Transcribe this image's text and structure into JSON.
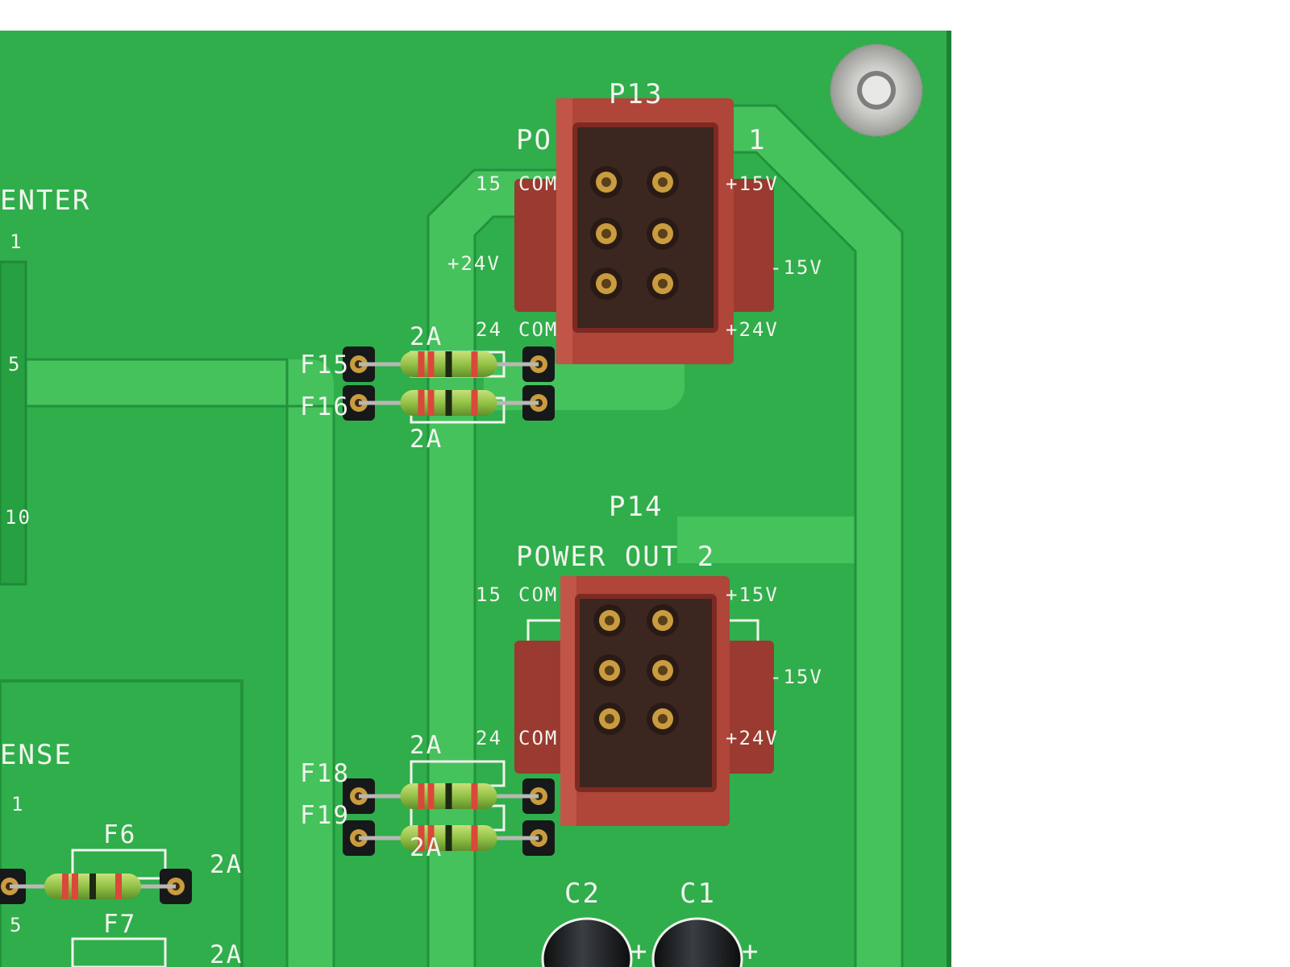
{
  "colors": {
    "pcb": "#2fae4b",
    "pcb_dark": "#23923b",
    "trace": "#45c25c",
    "silkscreen": "#f2f4ee",
    "connector": "#b0453a",
    "connector_dark": "#7d2a22",
    "pin_gold": "#c99c3f",
    "capacitor": "#121416",
    "background": "#ffffff"
  },
  "labels": {
    "p13": "P13",
    "p13_title_left": "PO",
    "p13_title_right": "1",
    "p13_15": "15",
    "p13_com": "COM",
    "p13_plus15": "+15V",
    "p13_plus24_left": "+24V",
    "p13_minus15": "-15V",
    "p13_24": "24",
    "p13_com2": "COM",
    "p13_plus24_right": "+24V",
    "p14": "P14",
    "p14_title": "POWER OUT 2",
    "p14_15": "15",
    "p14_com": "COM",
    "p14_plus15": "+15V",
    "p14_minus15": "-15V",
    "p14_24": "24",
    "p14_com2": "COM",
    "p14_plus24": "+24V",
    "center": "ENTER",
    "sense": "ENSE",
    "pin1_top": "1",
    "pin5_top": "5",
    "pin10": "10",
    "pin1_bottom": "1",
    "pin5_bottom": "5",
    "f15": "F15",
    "f16": "F16",
    "f18": "F18",
    "f19": "F19",
    "f6": "F6",
    "f7": "F7",
    "rating_f15": "2A",
    "rating_f16": "2A",
    "rating_f18": "2A",
    "rating_f19": "2A",
    "rating_f6": "2A",
    "rating_f7": "2A",
    "c2": "C2",
    "c1": "C1",
    "cap_plus_c2": "+",
    "cap_plus_c1": "+"
  }
}
